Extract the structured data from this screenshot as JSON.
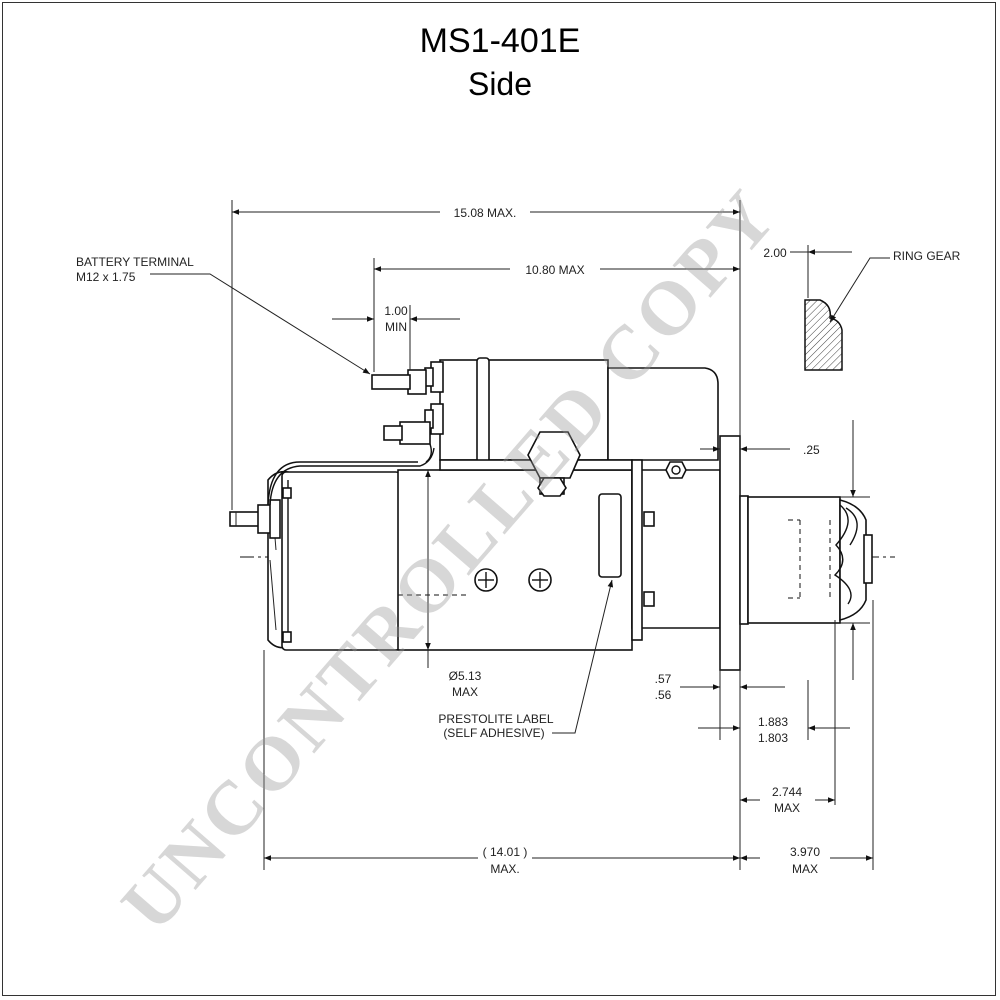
{
  "title": "MS1-401E",
  "view": "Side",
  "watermark": "UNCONTROLLED COPY",
  "labels": {
    "battery_terminal_line1": "BATTERY TERMINAL",
    "battery_terminal_line2": "M12 x 1.75",
    "ring_gear": "RING GEAR",
    "prestolite_label_line1": "PRESTOLITE LABEL",
    "prestolite_label_line2": "(SELF ADHESIVE)"
  },
  "dimensions": {
    "overall_length": "15.08 MAX.",
    "solenoid_length": "10.80 MAX",
    "terminal_clearance_value": "1.00",
    "terminal_clearance_unit": "MIN",
    "ring_gear_offset": "2.00",
    "flange_thickness": ".25",
    "diameter_value": "Ø5.13",
    "diameter_unit": "MAX",
    "flange_upper": ".57",
    "flange_lower": ".56",
    "pinion_upper": "1.883",
    "pinion_lower": "1.803",
    "nose_value": "2.744",
    "nose_unit": "MAX",
    "body_length_value": "( 14.01 )",
    "body_length_unit": "MAX.",
    "nose_length_value": "3.970",
    "nose_length_unit": "MAX"
  },
  "colors": {
    "line": "#111111",
    "watermark": "#969696"
  }
}
